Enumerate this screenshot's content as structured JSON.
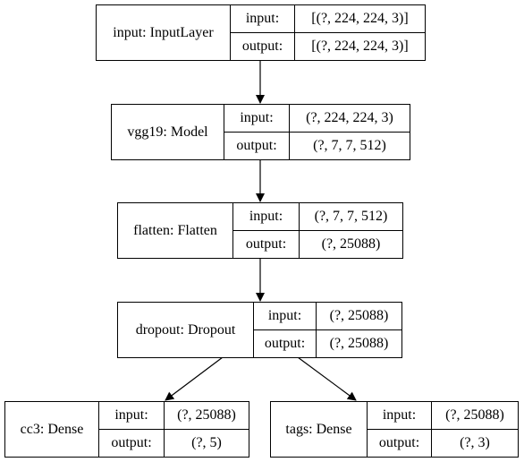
{
  "nodes": [
    {
      "id": "input",
      "name": "input: InputLayer",
      "input_label": "input:",
      "input_value": "[(?, 224, 224, 3)]",
      "output_label": "output:",
      "output_value": "[(?, 224, 224, 3)]"
    },
    {
      "id": "vgg19",
      "name": "vgg19: Model",
      "input_label": "input:",
      "input_value": "(?, 224, 224, 3)",
      "output_label": "output:",
      "output_value": "(?, 7, 7, 512)"
    },
    {
      "id": "flatten",
      "name": "flatten: Flatten",
      "input_label": "input:",
      "input_value": "(?, 7, 7, 512)",
      "output_label": "output:",
      "output_value": "(?, 25088)"
    },
    {
      "id": "dropout",
      "name": "dropout: Dropout",
      "input_label": "input:",
      "input_value": "(?, 25088)",
      "output_label": "output:",
      "output_value": "(?, 25088)"
    },
    {
      "id": "cc3",
      "name": "cc3: Dense",
      "input_label": "input:",
      "input_value": "(?, 25088)",
      "output_label": "output:",
      "output_value": "(?, 5)"
    },
    {
      "id": "tags",
      "name": "tags: Dense",
      "input_label": "input:",
      "input_value": "(?, 25088)",
      "output_label": "output:",
      "output_value": "(?, 3)"
    }
  ],
  "edges": [
    {
      "from": "input",
      "to": "vgg19"
    },
    {
      "from": "vgg19",
      "to": "flatten"
    },
    {
      "from": "flatten",
      "to": "dropout"
    },
    {
      "from": "dropout",
      "to": "cc3"
    },
    {
      "from": "dropout",
      "to": "tags"
    }
  ]
}
